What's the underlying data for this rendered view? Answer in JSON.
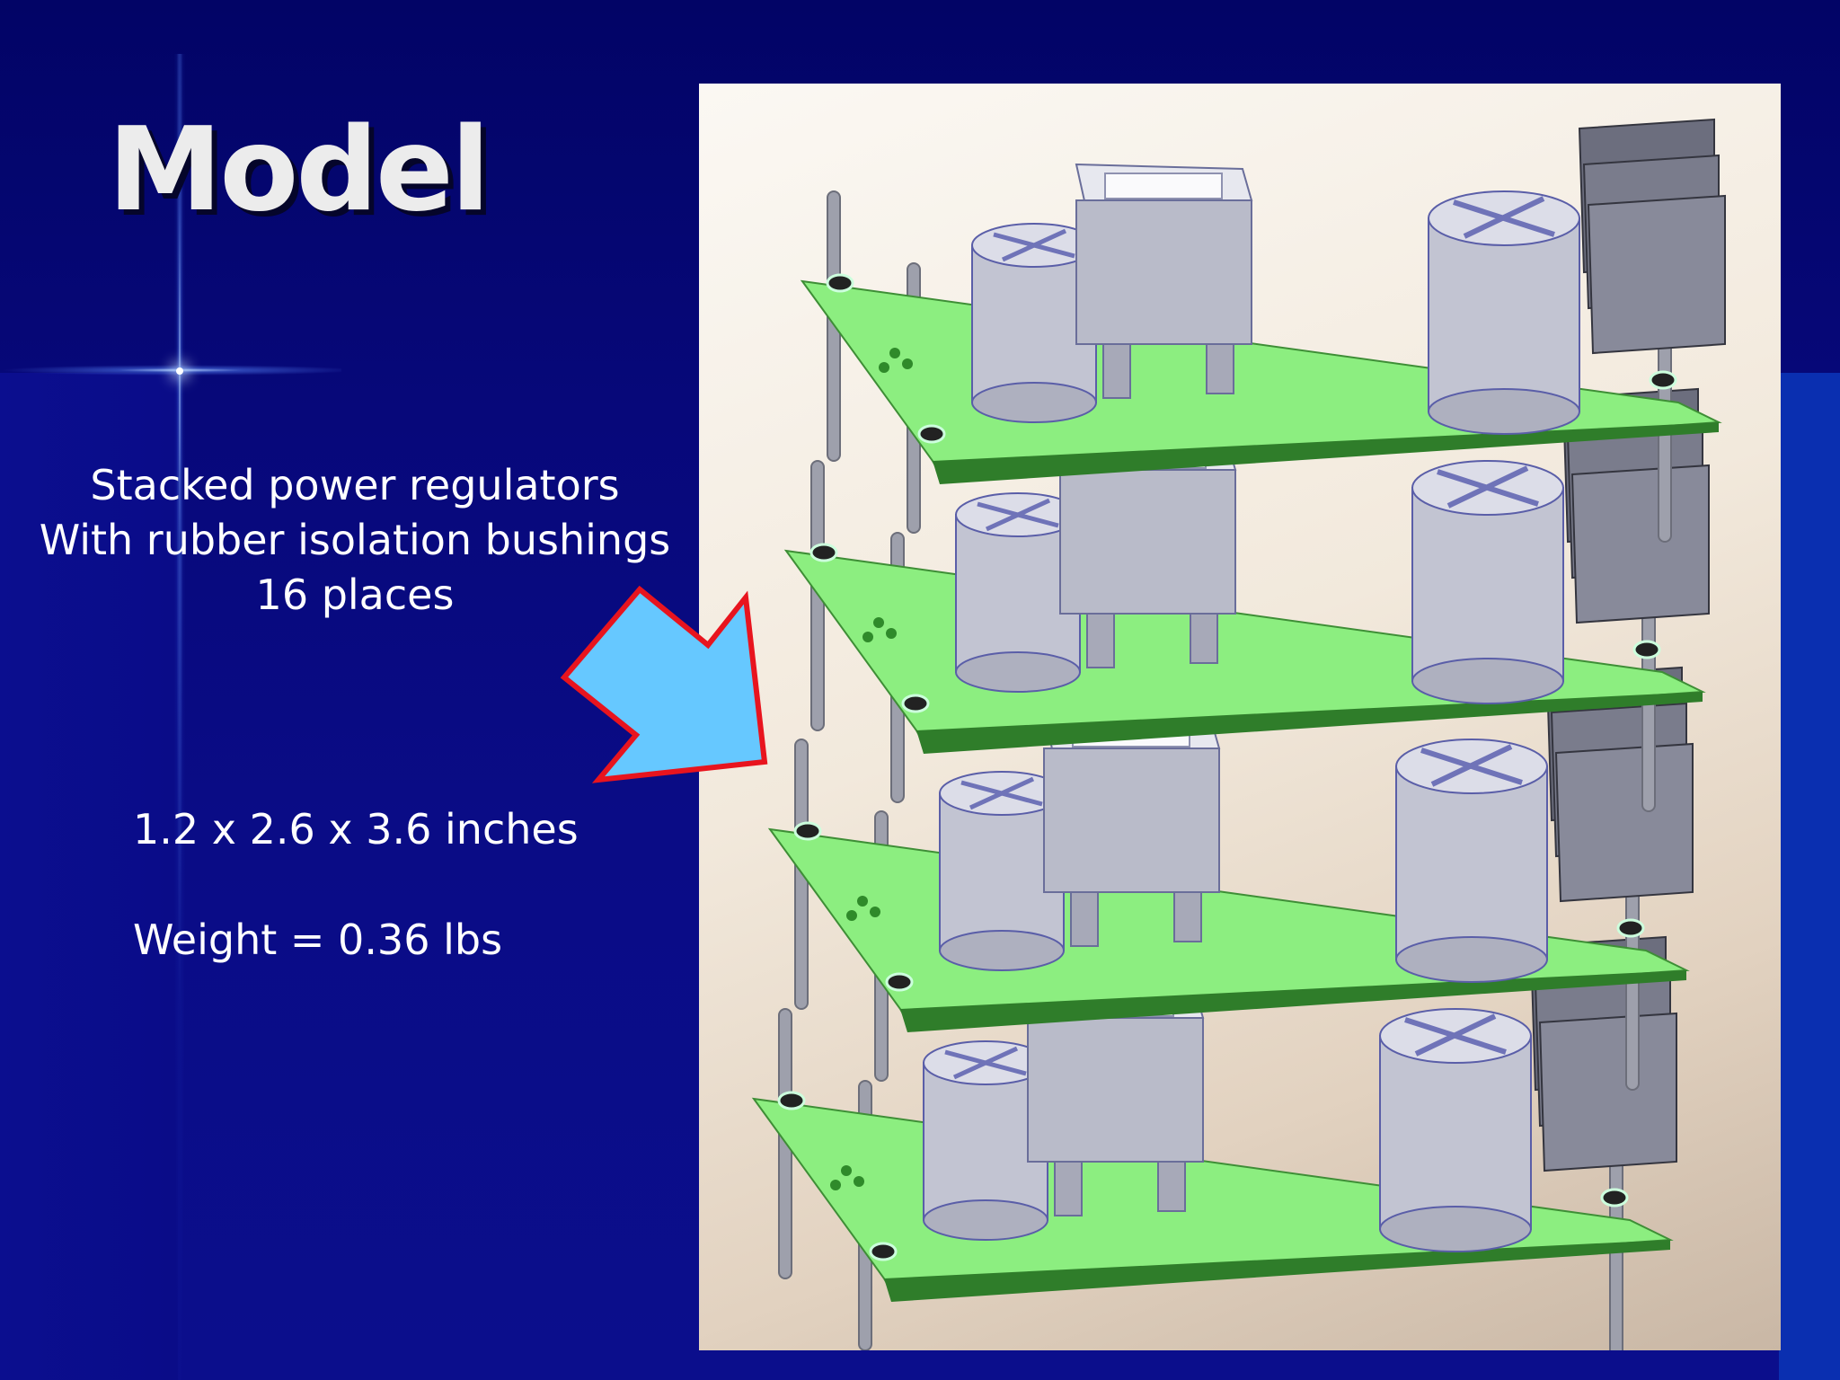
{
  "slide": {
    "title": "Model",
    "description_lines": [
      "Stacked power regulators",
      "With rubber isolation bushings",
      "16 places"
    ],
    "dimensions": "1.2 x 2.6 x 3.6 inches",
    "weight": "Weight = 0.36 lbs"
  },
  "colors": {
    "background": "#07087a",
    "title_text": "#ececec",
    "body_text": "#ffffff",
    "arrow_fill": "#66c8ff",
    "arrow_stroke": "#e8141e",
    "board_green": "#8cee80",
    "component_grey": "#c2c4d2"
  },
  "icons": {
    "pointer": "arrow-icon"
  },
  "figure": {
    "type": "3d-cad-render",
    "board_count": 4
  }
}
